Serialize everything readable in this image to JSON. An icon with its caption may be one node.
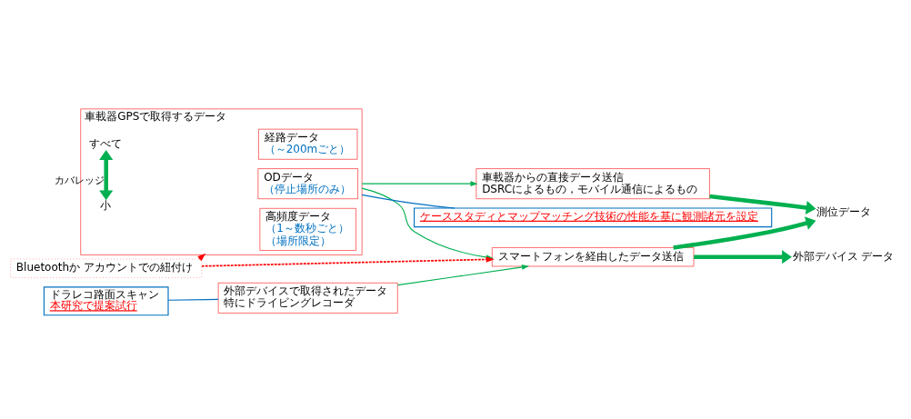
{
  "diagram": {
    "nodes": [
      {
        "text": [
          "車載器GPSで取得するデータ"
        ]
      },
      {
        "text": [
          "すべて"
        ],
        "in": 0
      },
      {
        "text": [
          "小"
        ],
        "in": 0
      },
      {
        "text": [
          "ODデータ",
          "（停止場所のみ）"
        ],
        "in": 0
      },
      {
        "text": [
          "経路データ",
          "（～200mごと）"
        ],
        "in": 0
      },
      {
        "text": [
          "高頻度データ",
          "（1～数秒ごと）",
          "（場所限定）"
        ],
        "in": 0
      },
      {
        "text": [
          "車載器からの直接データ送信",
          "DSRCによるもの，モバイル通信によるもの"
        ]
      },
      {
        "text": [
          "スマートフォンを経由したデータ送信"
        ]
      },
      {
        "text": [
          "Bluetoothか アカウントでの紐付け"
        ]
      },
      {
        "text": [
          "外部デバイスで取得されたデータ",
          "特にドライビングレコーダ"
        ]
      },
      {
        "text": [
          "ドラレコ路面スキャン",
          "本研究で提案試行"
        ]
      },
      {
        "text": [
          "ケーススタディとマップマッチング技術の性能を基に観測諸元を設定"
        ]
      },
      {
        "text": [
          "測位データ"
        ]
      },
      {
        "text": [
          "外部デバイス データ"
        ]
      }
    ],
    "edges": [
      {
        "from": 1,
        "to": 2,
        "arrow": "both",
        "label": "カバレッジ",
        "style": "thick"
      },
      {
        "from": 0,
        "to": 6,
        "arrow": "to"
      },
      {
        "from": 0,
        "to": 7,
        "arrow": "to"
      },
      {
        "from": 8,
        "to": 7,
        "arrow": "to",
        "style": "dashed",
        "color": "#ff0000"
      },
      {
        "from": 8,
        "to": 0,
        "arrow": "to",
        "style": "dashed",
        "color": "#ff0000"
      },
      {
        "from": 9,
        "to": 7,
        "arrow": "to"
      },
      {
        "from": 10,
        "to": 9,
        "arrow": "none",
        "color": "#0070c0"
      },
      {
        "from": 0,
        "to": 11,
        "arrow": "none",
        "color": "#0070c0"
      },
      {
        "from": 6,
        "to": 12,
        "arrow": "to",
        "style": "thick"
      },
      {
        "from": 7,
        "to": 12,
        "arrow": "to",
        "style": "thick"
      },
      {
        "from": 7,
        "to": 13,
        "arrow": "to",
        "style": "thick"
      }
    ]
  }
}
